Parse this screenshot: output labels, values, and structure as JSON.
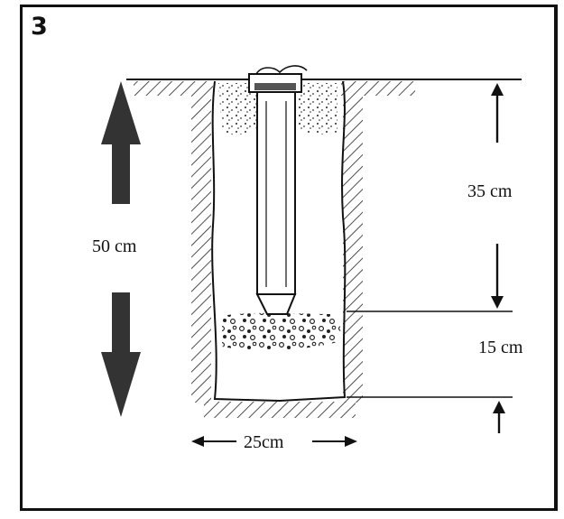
{
  "figure": {
    "panel_number": "3",
    "labels": {
      "total_depth": "50 cm",
      "upper_depth": "35 cm",
      "lower_depth": "15 cm",
      "width": "25cm"
    }
  }
}
